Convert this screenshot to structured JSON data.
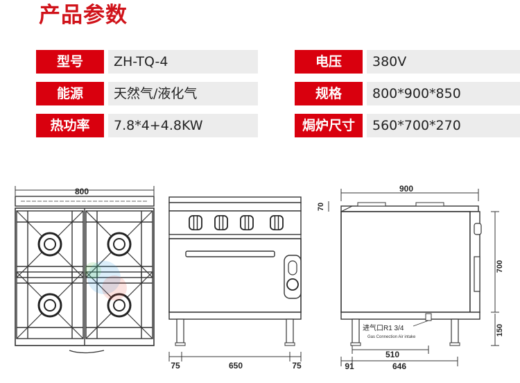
{
  "title": "产品参数",
  "params": [
    {
      "label": "型号",
      "value": "ZH-TQ-4"
    },
    {
      "label": "电压",
      "value": "380V"
    },
    {
      "label": "能源",
      "value": "天然气/液化气"
    },
    {
      "label": "规格",
      "value": "800*900*850"
    },
    {
      "label": "热功率",
      "value": "7.8*4+4.8KW"
    },
    {
      "label": "焗炉尺寸",
      "value": "560*700*270"
    }
  ],
  "drawing": {
    "top_view": {
      "width_label": "800"
    },
    "front_view": {
      "dims": [
        "75",
        "650",
        "75"
      ]
    },
    "side_view": {
      "width_label": "900",
      "top_label": "70",
      "height_label": "700",
      "leg_label": "150",
      "gas_inlet_cn": "进气口R1 3/4",
      "gas_inlet_en": "Gas Connection Air intake",
      "dim_510": "510",
      "dim_91": "91",
      "dim_646": "646"
    }
  },
  "colors": {
    "accent": "#d9000e",
    "value_bg": "#ececec"
  }
}
